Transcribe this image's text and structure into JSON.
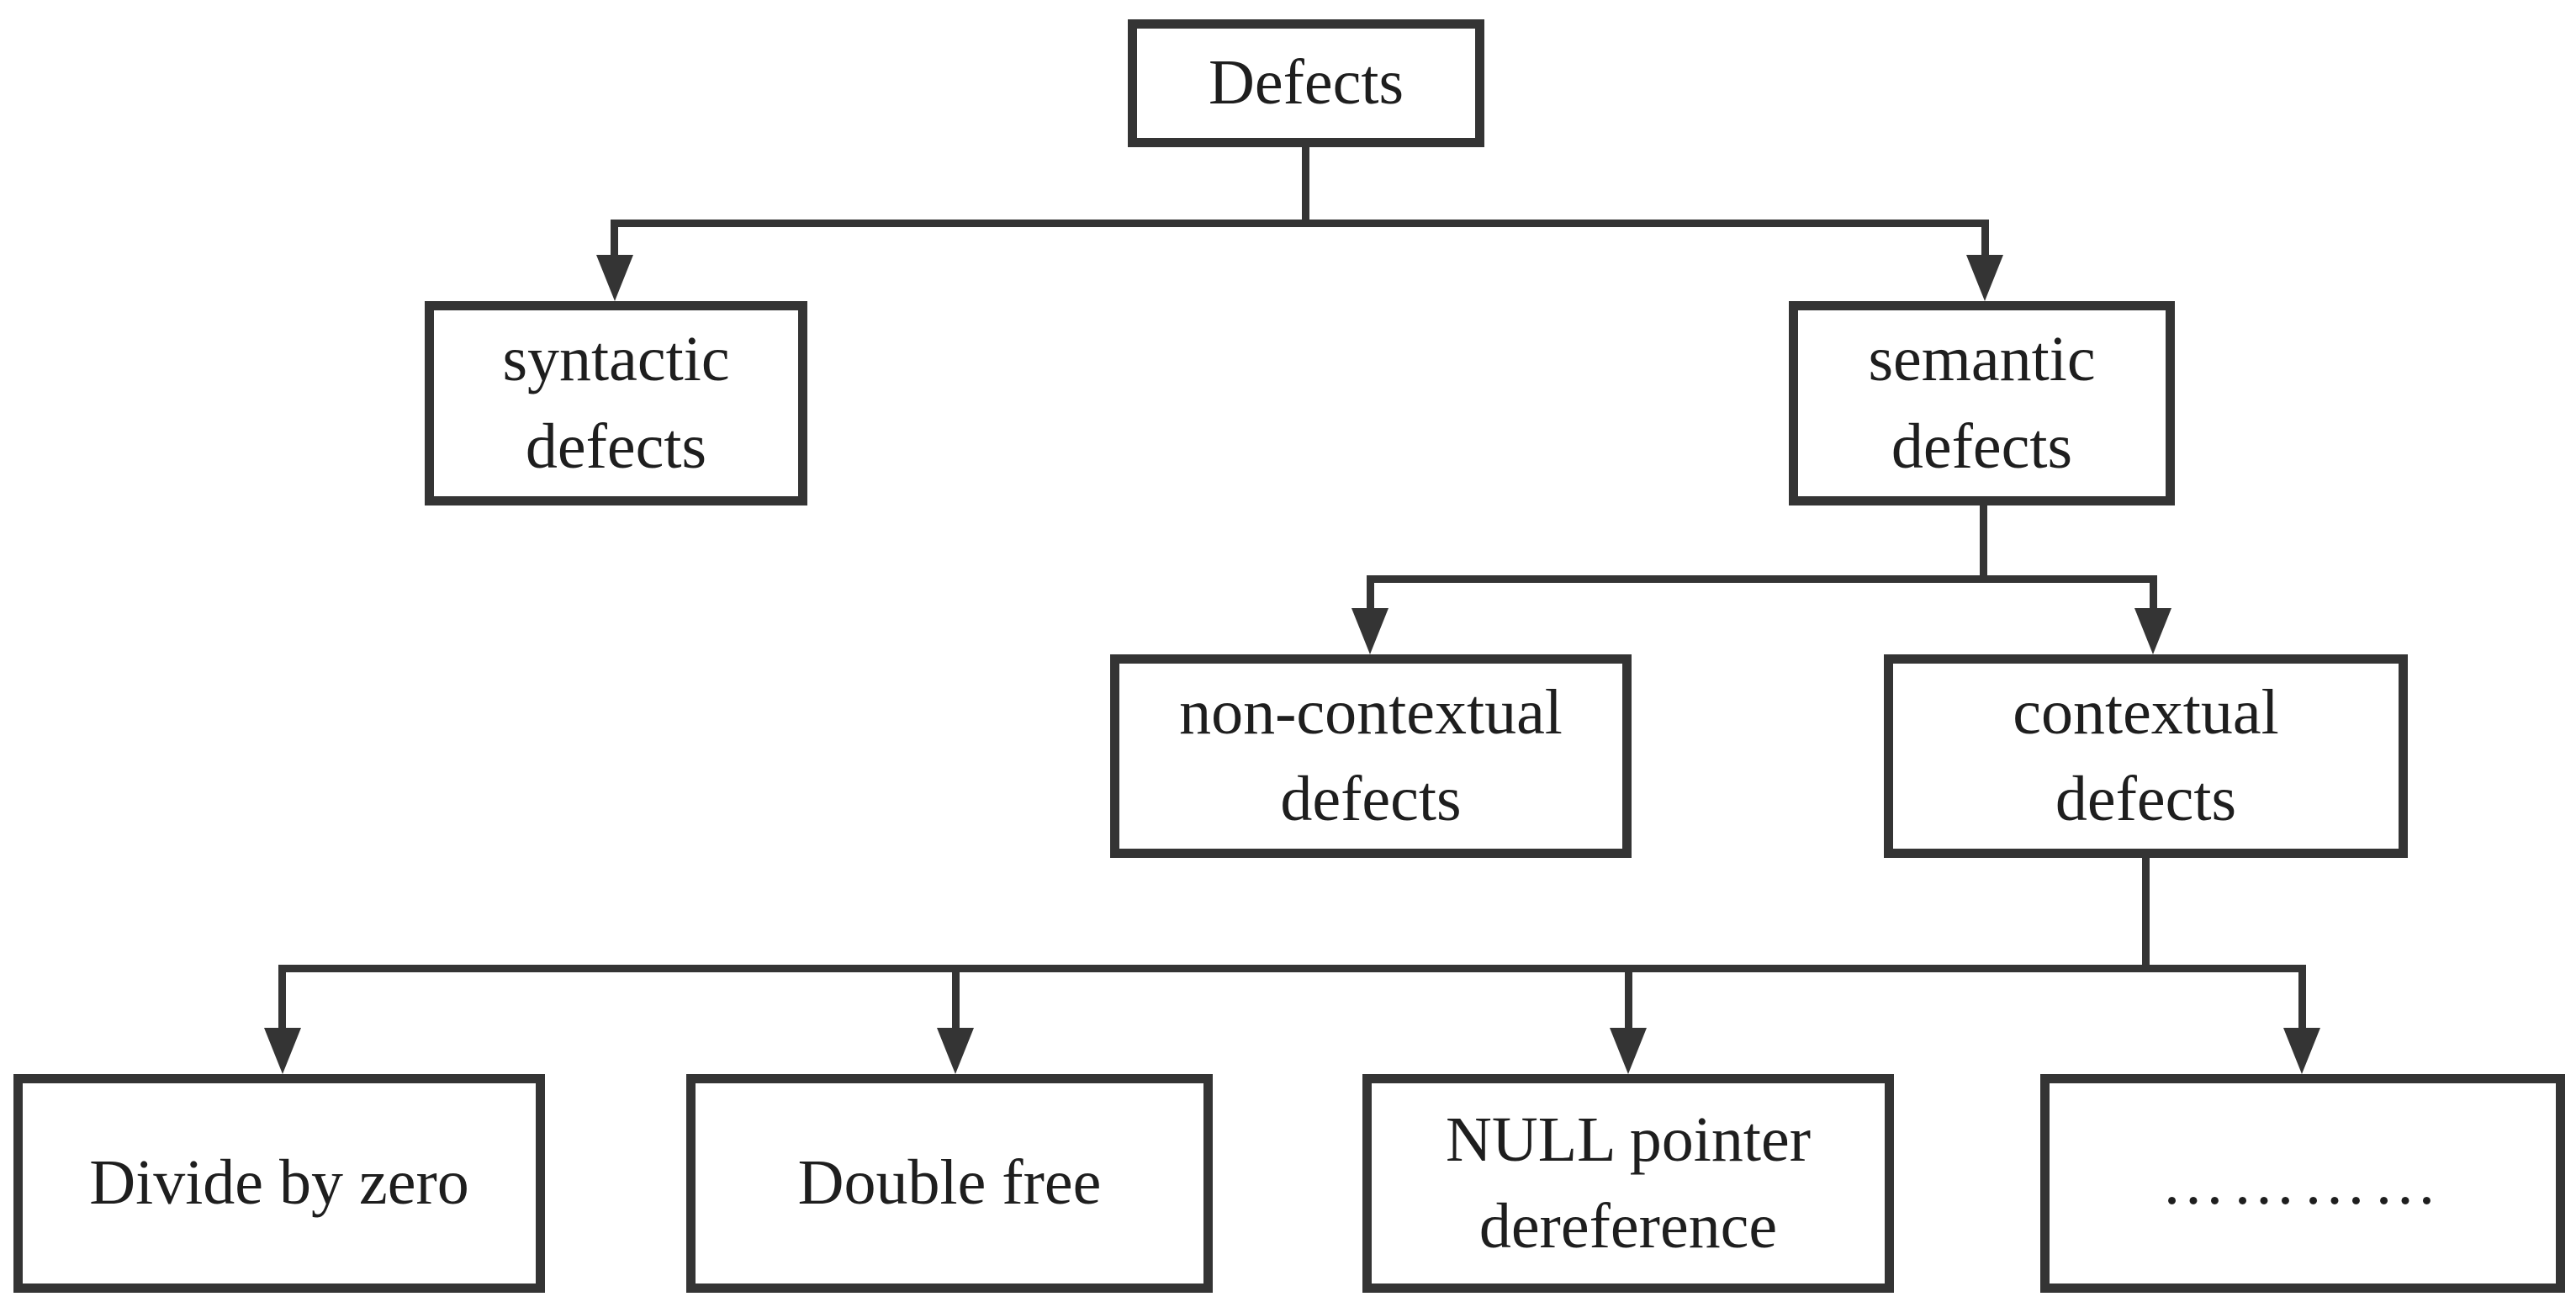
{
  "diagram": {
    "type": "tree",
    "description": "Classification tree of software defects",
    "nodes": {
      "root": {
        "label": "Defects"
      },
      "syntactic": {
        "line1": "syntactic",
        "line2": "defects"
      },
      "semantic": {
        "line1": "semantic",
        "line2": "defects"
      },
      "non_contextual": {
        "line1": "non-contextual",
        "line2": "defects"
      },
      "contextual": {
        "line1": "contextual",
        "line2": "defects"
      },
      "divide_by_zero": {
        "label": "Divide by zero"
      },
      "double_free": {
        "label": "Double free"
      },
      "null_pointer": {
        "line1": "NULL pointer",
        "line2": "dereference"
      },
      "others": {
        "label": "…………"
      }
    },
    "edges": [
      {
        "from": "Defects",
        "to": "syntactic defects"
      },
      {
        "from": "Defects",
        "to": "semantic defects"
      },
      {
        "from": "semantic defects",
        "to": "non-contextual defects"
      },
      {
        "from": "semantic defects",
        "to": "contextual defects"
      },
      {
        "from": "contextual defects",
        "to": "Divide by zero"
      },
      {
        "from": "contextual defects",
        "to": "Double free"
      },
      {
        "from": "contextual defects",
        "to": "NULL pointer dereference"
      },
      {
        "from": "contextual defects",
        "to": "…………"
      }
    ],
    "colors": {
      "stroke": "#343434",
      "text": "#1e1e1e",
      "background": "#ffffff"
    }
  }
}
